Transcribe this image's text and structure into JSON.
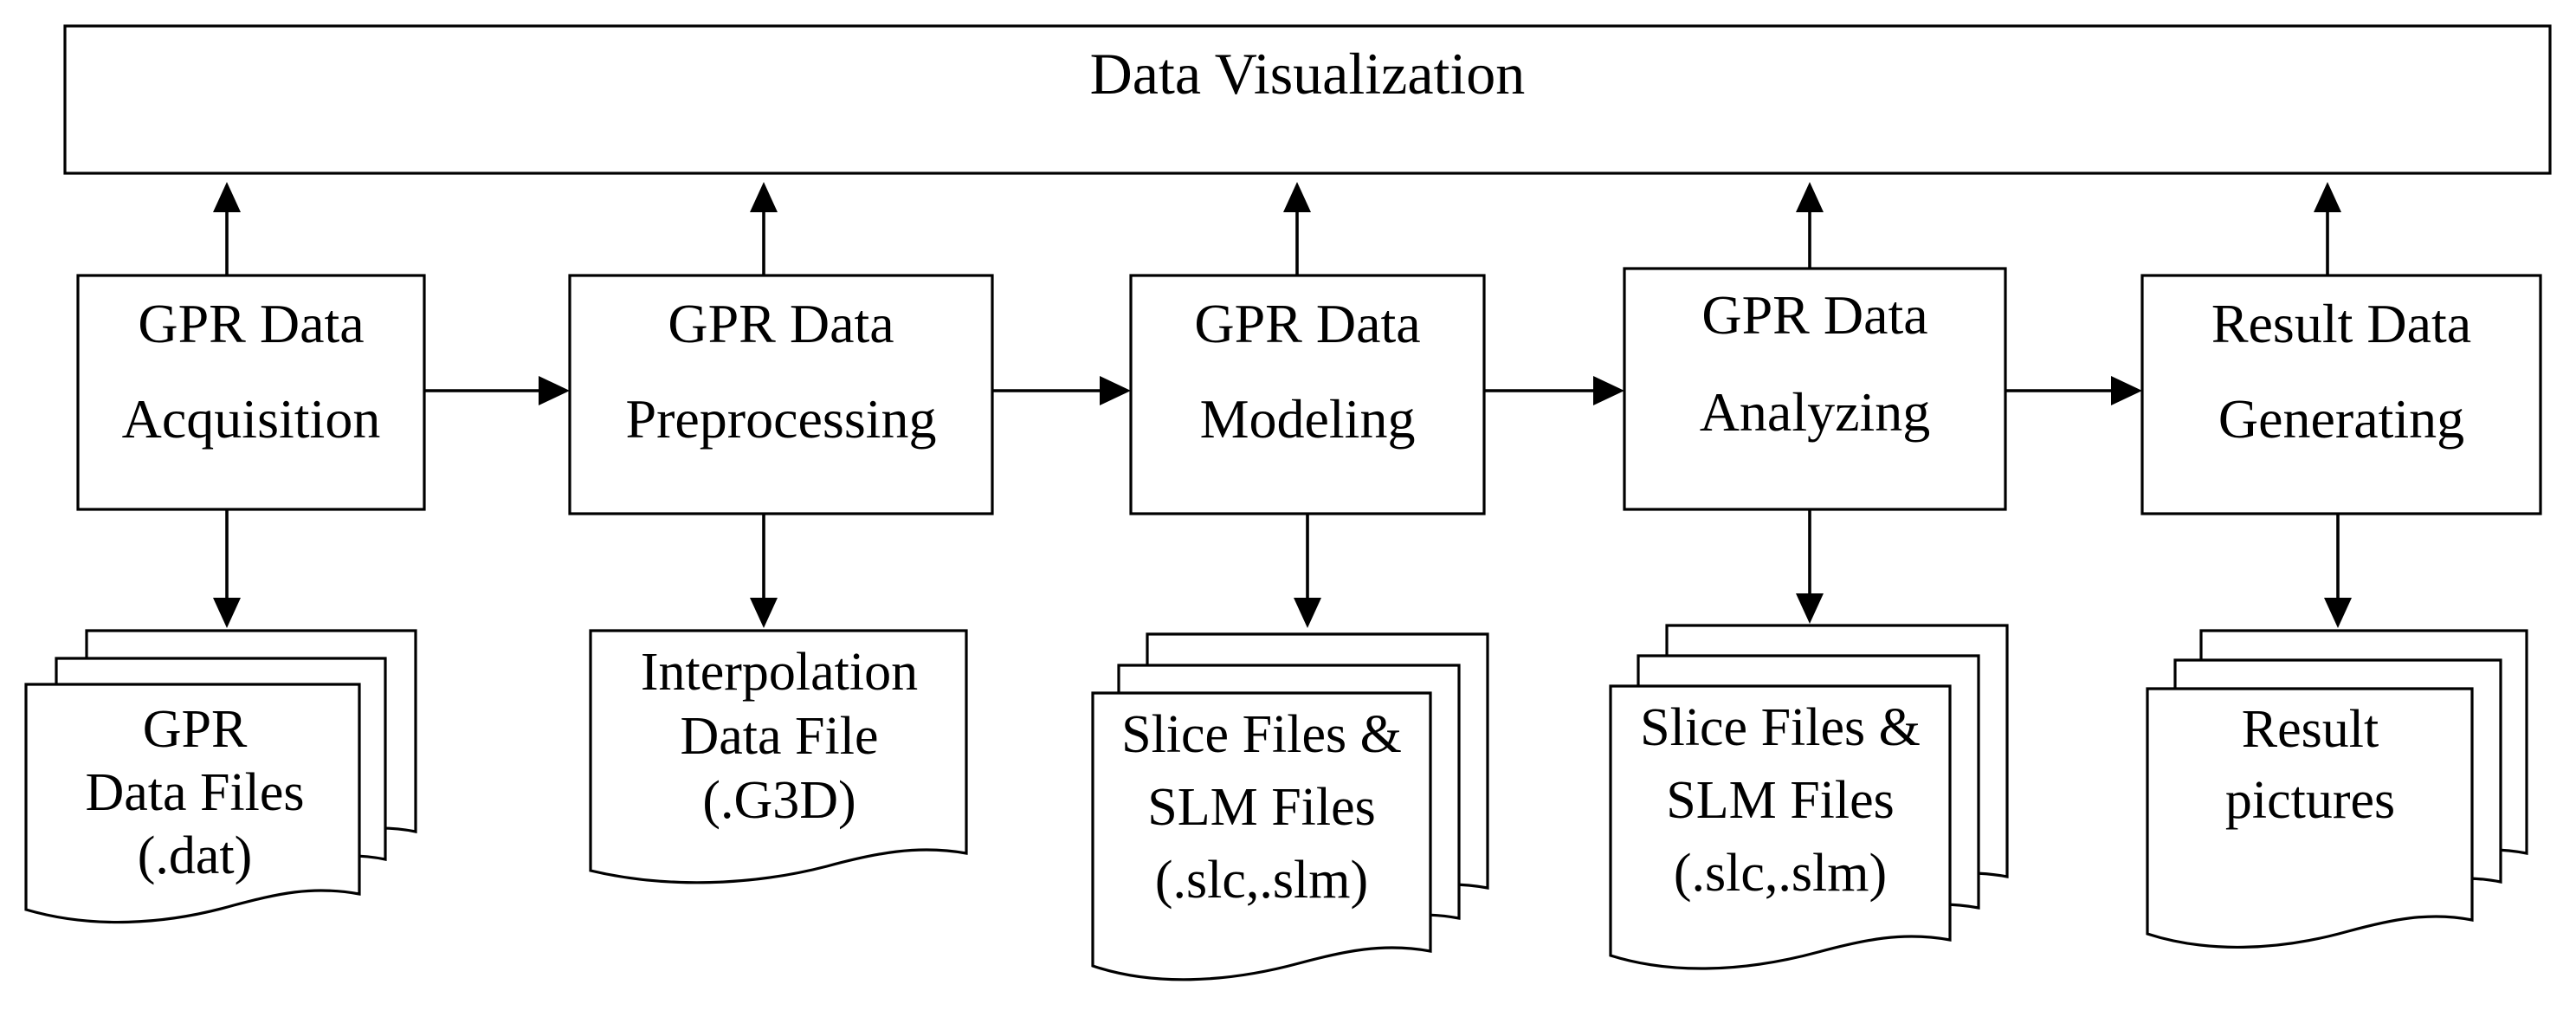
{
  "diagram": {
    "top_box": {
      "label": "Data Visualization"
    },
    "stages": [
      {
        "id": "acquisition",
        "label_lines": [
          "GPR Data",
          "Acquisition"
        ],
        "output": {
          "lines": [
            "GPR",
            "Data Files",
            "(.dat)"
          ],
          "stacked": true
        }
      },
      {
        "id": "preprocessing",
        "label_lines": [
          "GPR Data",
          "Preprocessing"
        ],
        "output": {
          "lines": [
            "Interpolation",
            "Data File",
            "(.G3D)"
          ],
          "stacked": false
        }
      },
      {
        "id": "modeling",
        "label_lines": [
          "GPR Data",
          "Modeling"
        ],
        "output": {
          "lines": [
            "Slice Files &",
            "SLM Files",
            "(.slc,.slm)"
          ],
          "stacked": true
        }
      },
      {
        "id": "analyzing",
        "label_lines": [
          "GPR Data",
          "Analyzing"
        ],
        "output": {
          "lines": [
            "Slice Files &",
            "SLM Files",
            "(.slc,.slm)"
          ],
          "stacked": true
        }
      },
      {
        "id": "result",
        "label_lines": [
          "Result Data",
          "Generating"
        ],
        "output": {
          "lines": [
            "Result",
            "pictures"
          ],
          "stacked": true
        }
      }
    ]
  }
}
